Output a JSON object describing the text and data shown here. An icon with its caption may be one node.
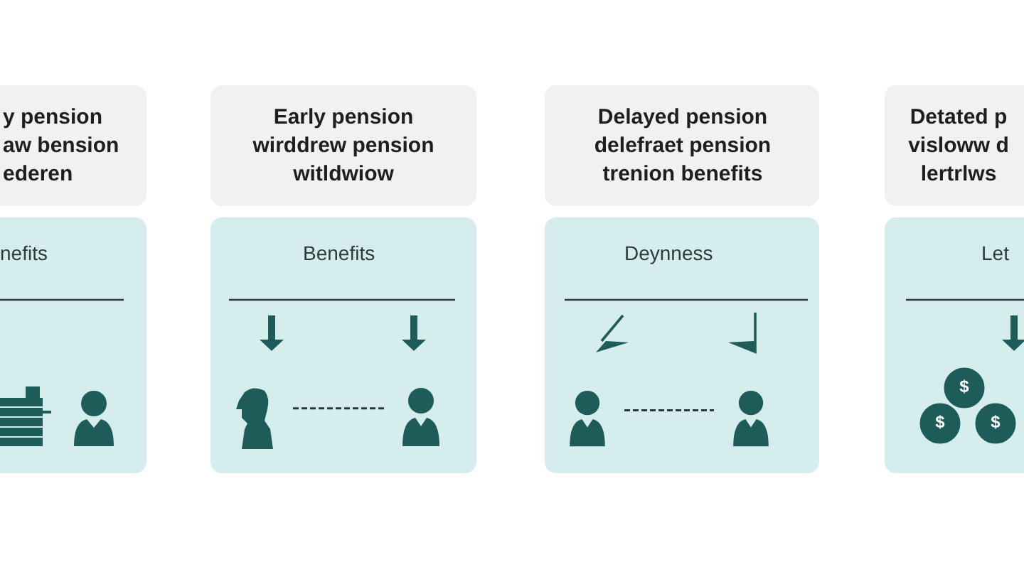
{
  "diagram": {
    "nodes": [
      {
        "text": [
          "y pension aw bension ederen"
        ]
      },
      {
        "text": [
          "nefits"
        ]
      },
      {
        "text": [
          "Early pension wirddrew pension witldwiow"
        ]
      },
      {
        "text": [
          "Benefits"
        ]
      },
      {
        "text": [],
        "shape": "person",
        "in": 3
      },
      {
        "text": [],
        "shape": "person",
        "in": 3
      },
      {
        "text": [
          "Delayed pension delefraet pension trenion benefits"
        ]
      },
      {
        "text": [
          "Deynness"
        ]
      },
      {
        "text": [],
        "shape": "person",
        "in": 7
      },
      {
        "text": [],
        "shape": "person",
        "in": 7
      },
      {
        "text": [
          "Detated p visloww d lertrlws"
        ]
      },
      {
        "text": [
          "Let"
        ]
      }
    ],
    "edges": [
      {
        "from": 4,
        "to": 5,
        "arrow": "none",
        "style": "dashed"
      },
      {
        "from": 8,
        "to": 9,
        "arrow": "none",
        "style": "dashed"
      }
    ],
    "labels": [
      "$",
      "$",
      "$"
    ]
  }
}
